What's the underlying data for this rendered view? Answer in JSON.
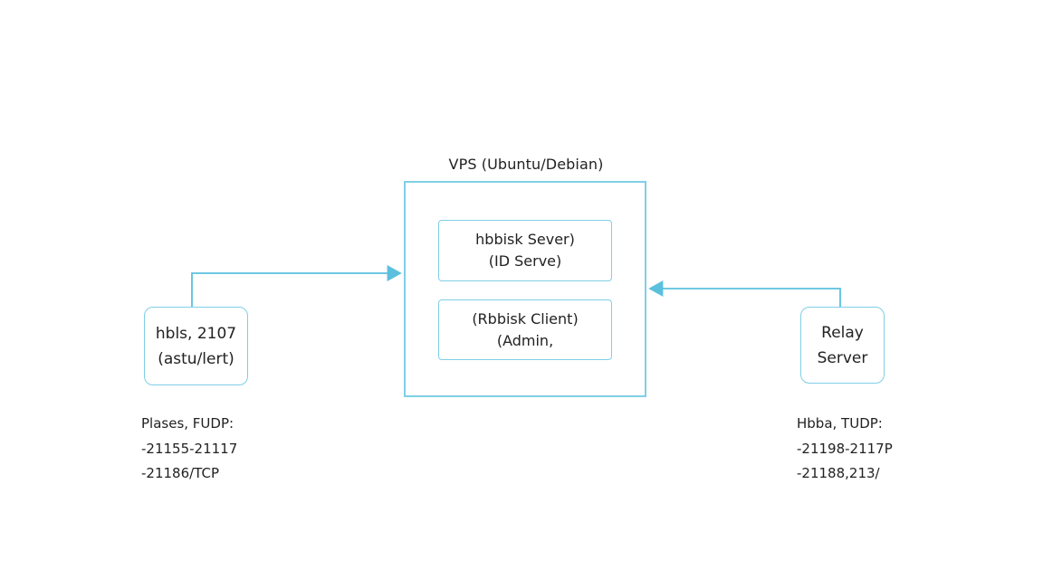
{
  "vps": {
    "title": "VPS (Ubuntu/Debian)",
    "server": {
      "line1": "hbbisk Sever)",
      "line2": "(ID Serve)"
    },
    "client": {
      "line1": "(Rbbisk Client)",
      "line2": "(Admin,"
    }
  },
  "left_node": {
    "line1": "hbls, 2107",
    "line2": "(astu/lert)"
  },
  "right_node": {
    "line1": "Relay",
    "line2": "Server"
  },
  "left_ports": {
    "heading": "Plases, FUDP:",
    "lines": [
      "-21155-21117",
      "-21186/TCP"
    ]
  },
  "right_ports": {
    "heading": "Hbba, TUDP:",
    "lines": [
      "-21198-2117P",
      "-21188,213/"
    ]
  },
  "colors": {
    "accent": "#7fcfe6",
    "arrow": "#5bc0de",
    "text": "#222222"
  }
}
